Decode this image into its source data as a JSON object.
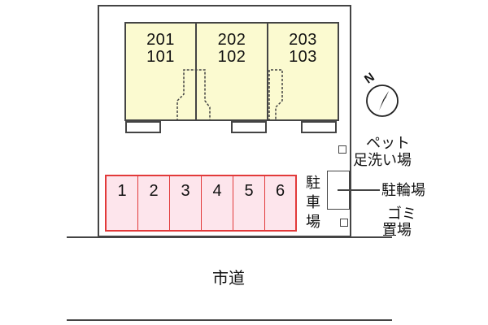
{
  "units": [
    {
      "upper": "201",
      "lower": "101"
    },
    {
      "upper": "202",
      "lower": "102"
    },
    {
      "upper": "203",
      "lower": "103"
    }
  ],
  "parking_slots": [
    "1",
    "2",
    "3",
    "4",
    "5",
    "6"
  ],
  "labels": {
    "parking": [
      "駐",
      "車",
      "場"
    ],
    "pet_foot_wash": [
      "ペット",
      "足洗い場"
    ],
    "bicycle_parking": "駐輪場",
    "garbage": [
      "ゴミ",
      "置場"
    ],
    "road": "市道"
  },
  "compass": {
    "north_label": "N"
  },
  "colors": {
    "building_fill": "#fbfad0",
    "parking_fill": "#fde5ec",
    "parking_border": "#e23a3a",
    "outline": "#444444"
  }
}
